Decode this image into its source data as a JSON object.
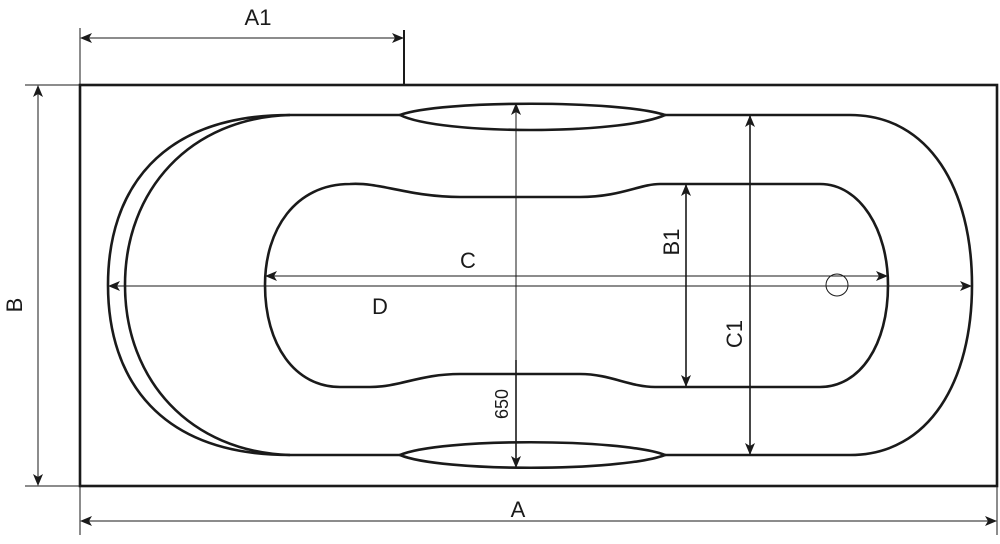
{
  "title": "Bathtub dimension diagram",
  "labels": {
    "A": "A",
    "A1": "A1",
    "B": "B",
    "B1": "B1",
    "C": "C",
    "C1": "C1",
    "D": "D",
    "depth": "650"
  },
  "colors": {
    "stroke": "#1a1a1a",
    "background": "#ffffff"
  }
}
